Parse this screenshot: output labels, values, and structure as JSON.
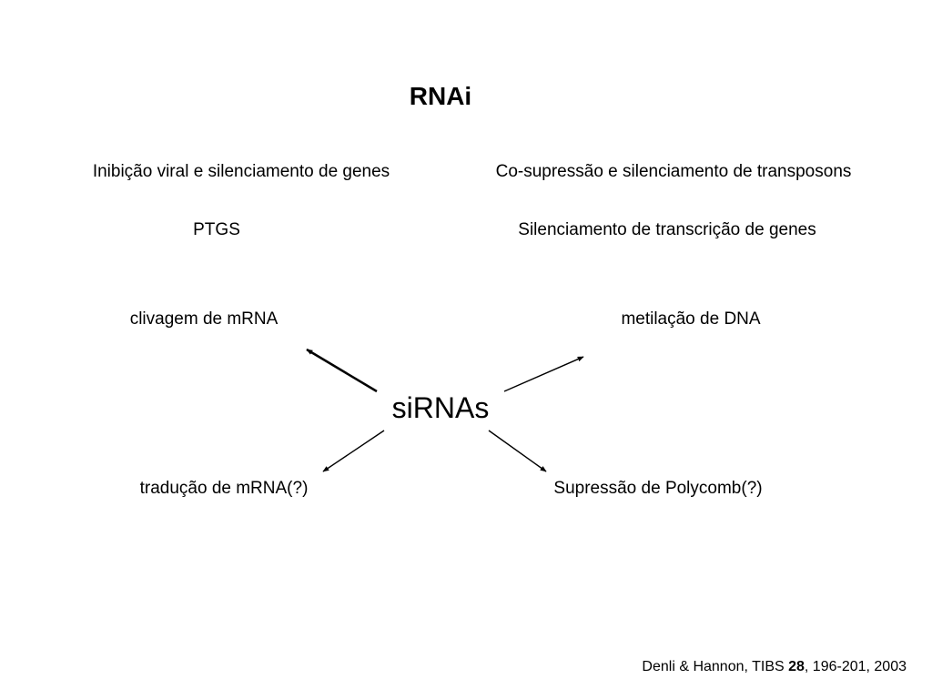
{
  "title": "RNAi",
  "header_row": {
    "left": "Inibição viral e silenciamento de genes",
    "right": "Co-supressão e silenciamento de transposons"
  },
  "mechanism_row": {
    "left": "PTGS",
    "right": "Silenciamento de transcrição de genes"
  },
  "center": "siRNAs",
  "outcomes": {
    "top_left": "clivagem de mRNA",
    "top_right": "metilação de DNA",
    "bottom_left": "tradução de mRNA(?)",
    "bottom_right": "Supressão de Polycomb(?)"
  },
  "citation": {
    "authors": "Denli & Hannon, TIBS ",
    "volume": "28",
    "pages_year": ", 196-201, 2003"
  }
}
